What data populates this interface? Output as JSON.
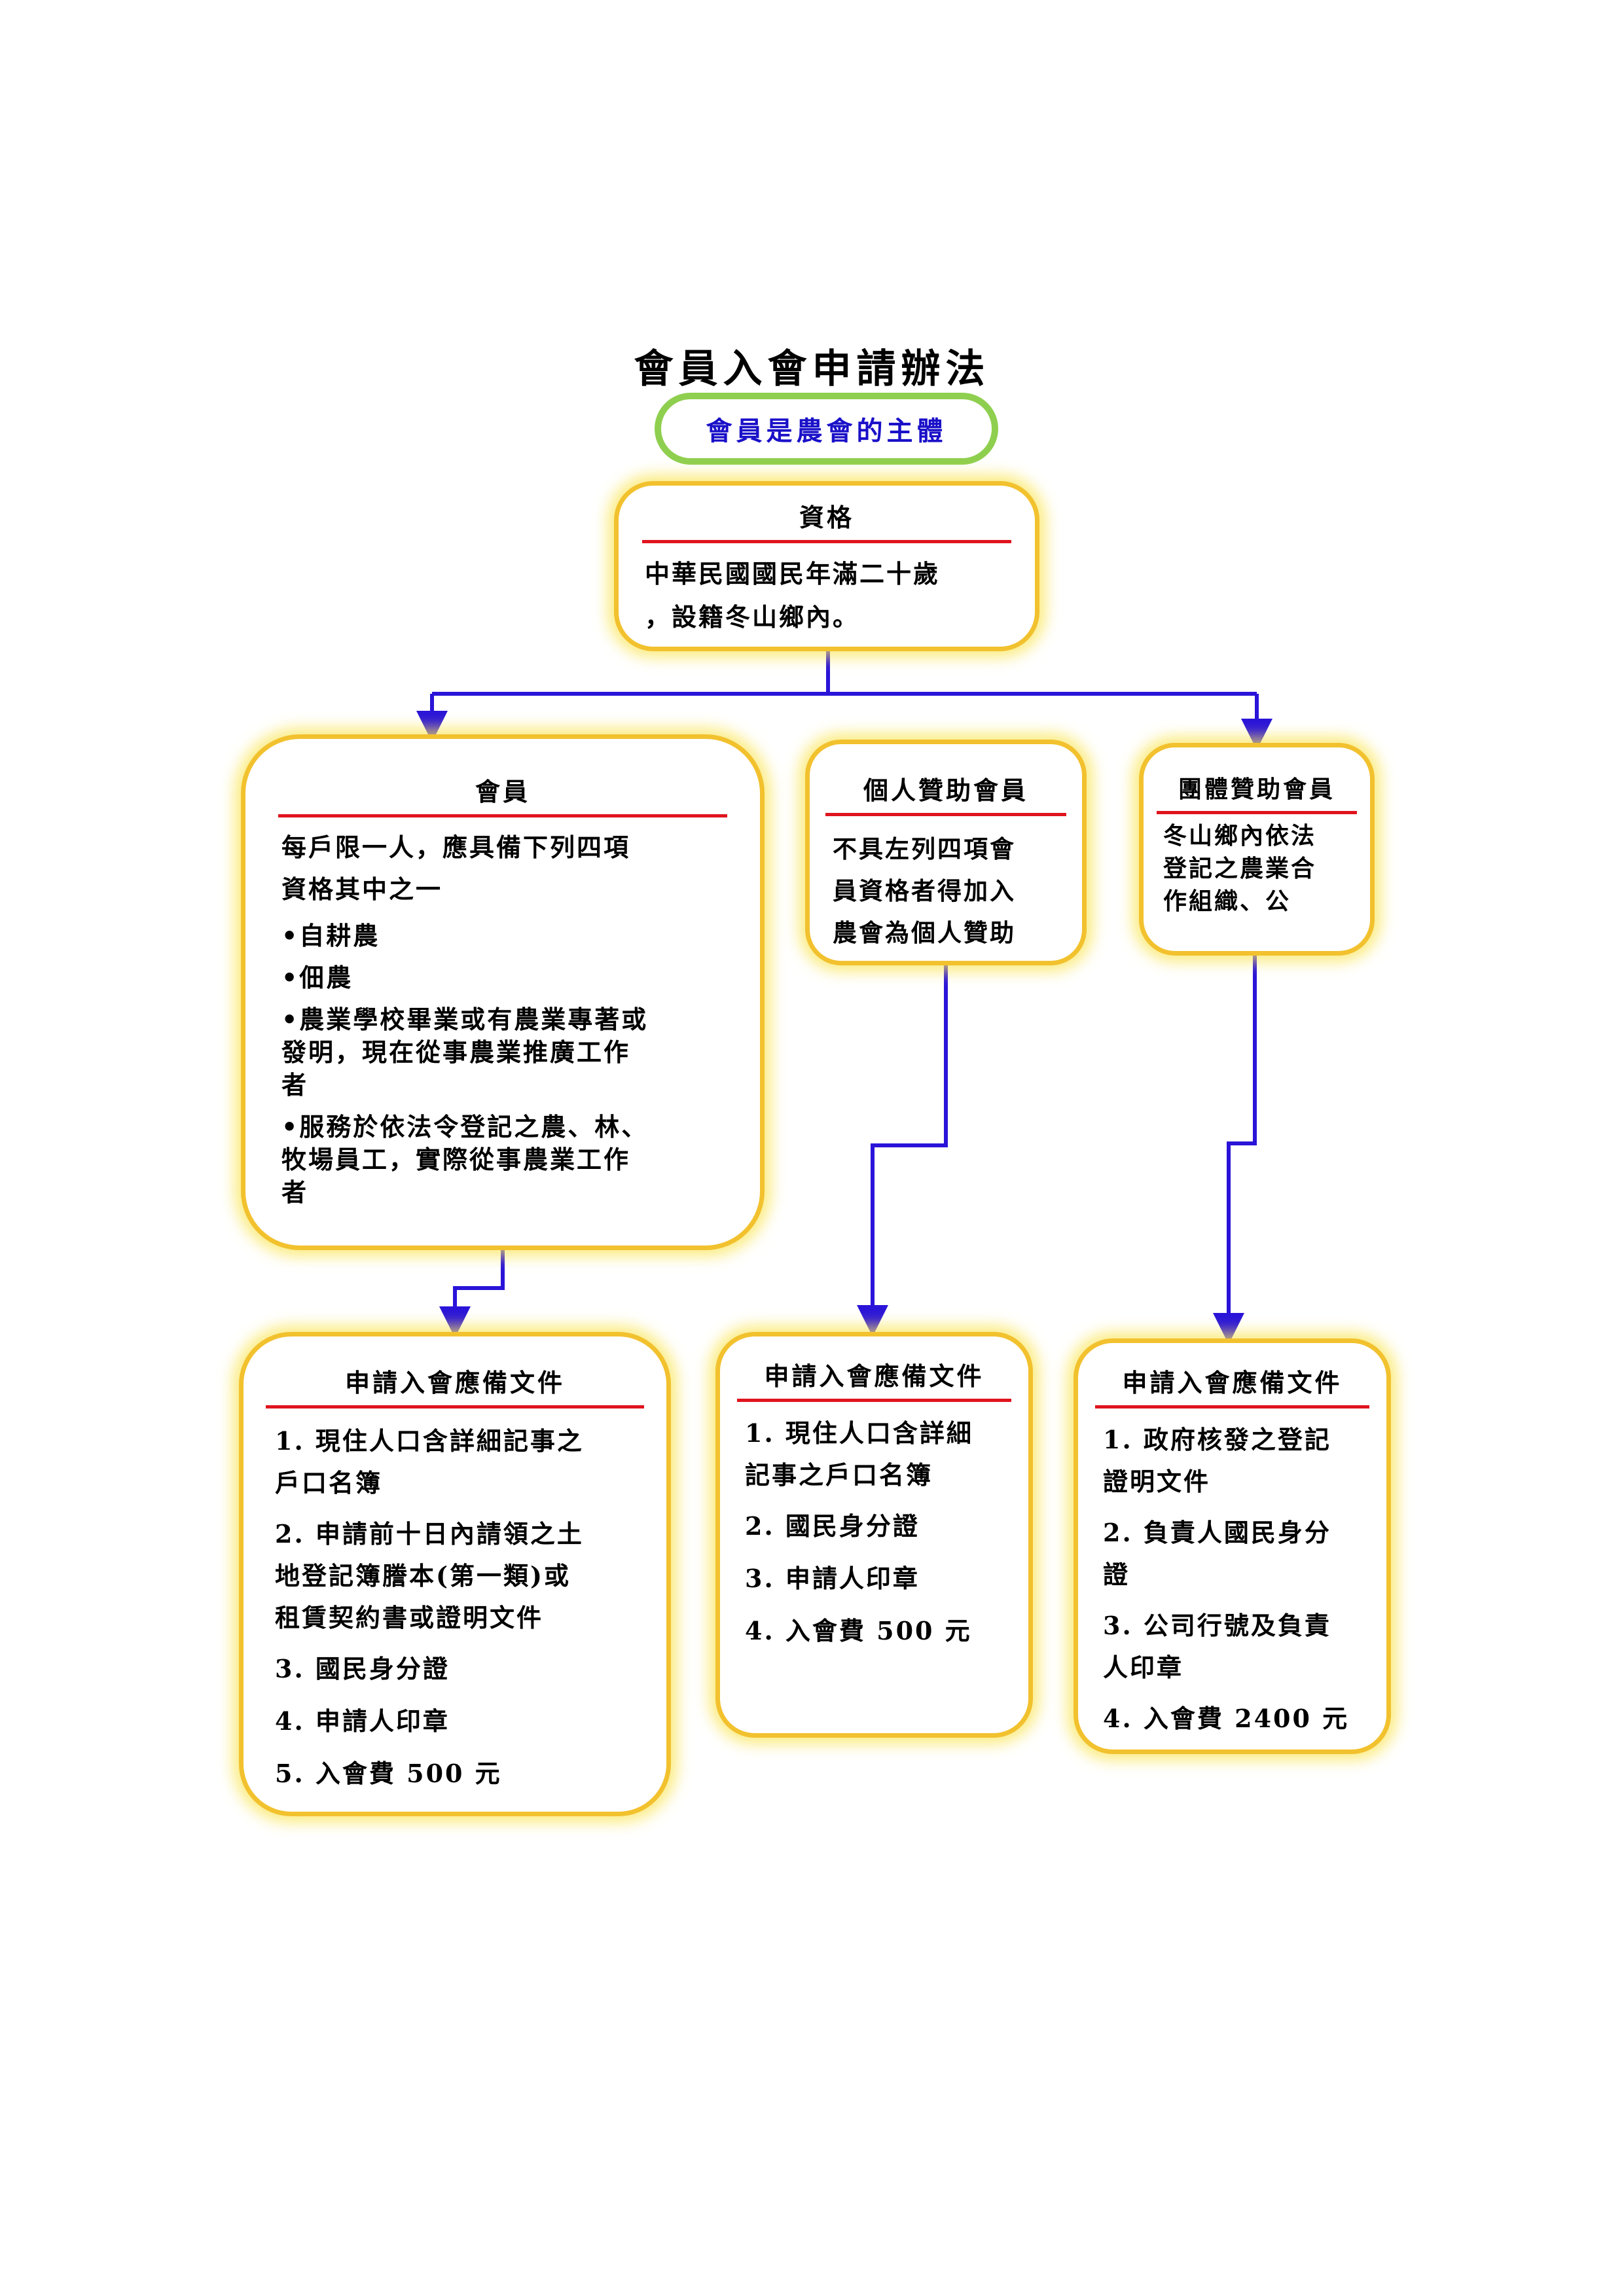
{
  "title": "會員入會申請辦法",
  "subtitle": "會員是農會的主體",
  "qualification": {
    "heading": "資格",
    "lines": [
      "中華民國國民年滿二十歲",
      "，設籍冬山鄉內。"
    ]
  },
  "member": {
    "heading": "會員",
    "intro": [
      "每戶限一人，應具備下列四項",
      "資格其中之一"
    ],
    "conditions": [
      [
        "•自耕農"
      ],
      [
        "•佃農"
      ],
      [
        "•農業學校畢業或有農業專著或",
        "發明，現在從事農業推廣工作",
        "者"
      ],
      [
        "•服務於依法令登記之農、林、",
        "牧場員工，實際從事農業工作",
        "者"
      ]
    ]
  },
  "individual_sponsor": {
    "heading": "個人贊助會員",
    "lines": [
      "不具左列四項會",
      "員資格者得加入",
      "農會為個人贊助"
    ]
  },
  "group_sponsor": {
    "heading": "團體贊助會員",
    "lines": [
      "冬山鄉內依法",
      "登記之農業合",
      "作組織、公"
    ]
  },
  "docs_member": {
    "heading": "申請入會應備文件",
    "items": [
      [
        "1. 現住人口含詳細記事之",
        "戶口名簿"
      ],
      [
        "2. 申請前十日內請領之土",
        "地登記簿謄本(第一類)或",
        "租賃契約書或證明文件"
      ],
      [
        "3. 國民身分證"
      ],
      [
        "4. 申請人印章"
      ],
      [
        "5. 入會費 500 元"
      ]
    ]
  },
  "docs_individual": {
    "heading": "申請入會應備文件",
    "items": [
      [
        "1. 現住人口含詳細",
        "記事之戶口名簿"
      ],
      [
        "2. 國民身分證"
      ],
      [
        "3. 申請人印章"
      ],
      [
        "4. 入會費 500 元"
      ]
    ]
  },
  "docs_group": {
    "heading": "申請入會應備文件",
    "items": [
      [
        "1. 政府核發之登記",
        "證明文件"
      ],
      [
        "2. 負責人國民身分",
        "證"
      ],
      [
        "3. 公司行號及負責",
        "人印章"
      ],
      [
        "4. 入會費 2400 元"
      ]
    ]
  },
  "colors": {
    "box_border": "#f2c12e",
    "box_glow": "#fae65a",
    "heading_rule": "#e0141e",
    "subtitle_border": "#8fcf4f",
    "subtitle_text": "#1a10c8",
    "connector": "#2a14d8"
  }
}
